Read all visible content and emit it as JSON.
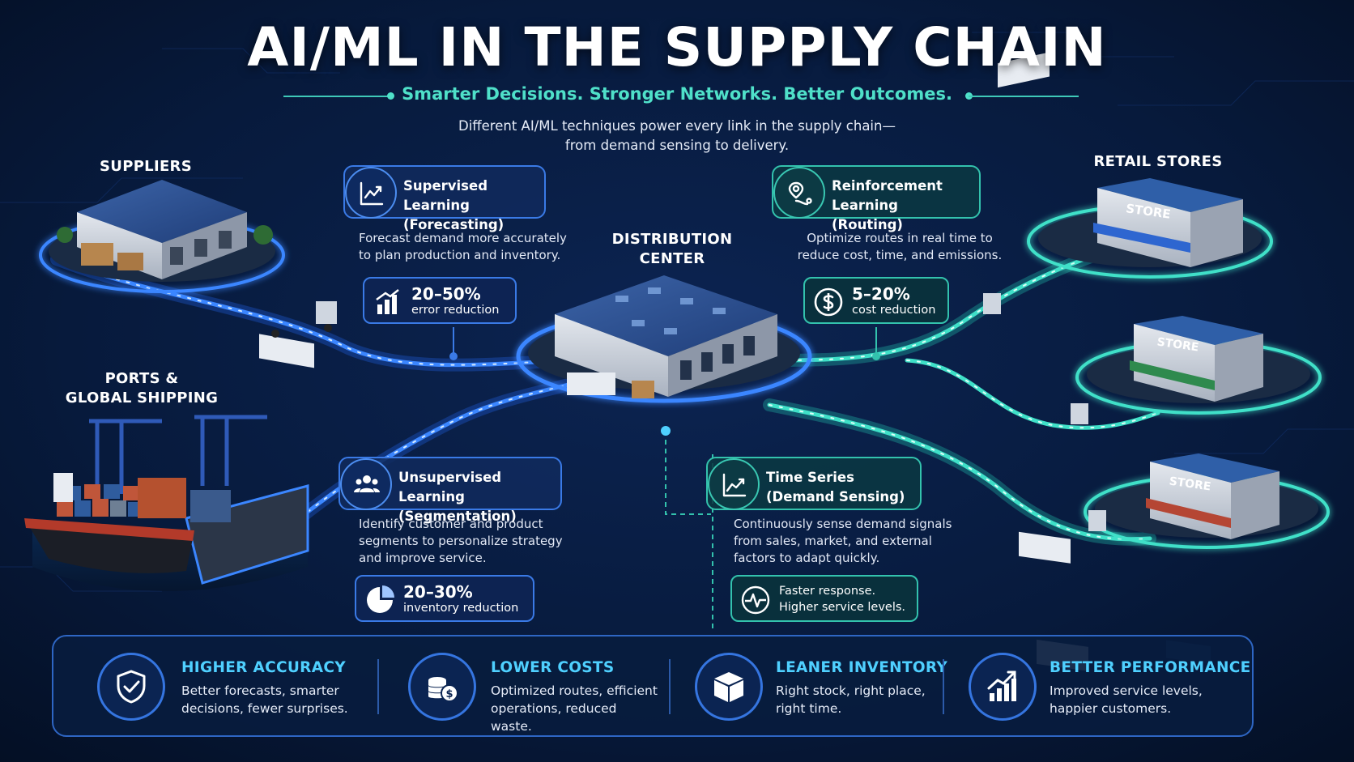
{
  "header": {
    "title": "AI/ML IN THE SUPPLY CHAIN",
    "tagline": "Smarter Decisions. Stronger Networks. Better Outcomes.",
    "intro_line1": "Different AI/ML techniques power every link in the supply chain—",
    "intro_line2": "from demand sensing to delivery."
  },
  "nodes": {
    "suppliers": "SUPPLIERS",
    "ports_line1": "PORTS &",
    "ports_line2": "GLOBAL SHIPPING",
    "dc_line1": "DISTRIBUTION",
    "dc_line2": "CENTER",
    "retail": "RETAIL STORES",
    "store_sign": "STORE"
  },
  "techniques": [
    {
      "name": "Supervised Learning",
      "sub": "(Forecasting)",
      "icon": "line-chart-icon",
      "desc_lines": [
        "Forecast demand more accurately",
        "to plan production and inventory."
      ],
      "metric_value": "20–50%",
      "metric_label": "error reduction",
      "metric_icon": "bar-chart-icon"
    },
    {
      "name": "Reinforcement Learning",
      "sub": "(Routing)",
      "icon": "route-pin-icon",
      "desc_lines": [
        "Optimize routes in real time to",
        "reduce cost, time, and emissions."
      ],
      "metric_value": "5–20%",
      "metric_label": "cost reduction",
      "metric_icon": "dollar-icon"
    },
    {
      "name": "Unsupervised Learning",
      "sub": "(Segmentation)",
      "icon": "people-group-icon",
      "desc_lines": [
        "Identify customer and product",
        "segments to personalize strategy",
        "and improve service."
      ],
      "metric_value": "20–30%",
      "metric_label": "inventory reduction",
      "metric_icon": "pie-chart-icon"
    },
    {
      "name": "Time Series",
      "sub": "(Demand Sensing)",
      "icon": "trend-chart-icon",
      "desc_lines": [
        "Continuously sense demand signals",
        "from sales, market, and external",
        "factors to adapt quickly."
      ],
      "metric_line1": "Faster response.",
      "metric_line2": "Higher service levels.",
      "metric_icon": "pulse-icon"
    }
  ],
  "benefits": [
    {
      "title": "HIGHER ACCURACY",
      "line1": "Better forecasts, smarter",
      "line2": "decisions, fewer surprises.",
      "icon": "shield-check-icon"
    },
    {
      "title": "LOWER COSTS",
      "line1": "Optimized routes, efficient",
      "line2": "operations, reduced waste.",
      "icon": "coins-icon"
    },
    {
      "title": "LEANER INVENTORY",
      "line1": "Right stock, right place,",
      "line2": "right time.",
      "icon": "box-icon"
    },
    {
      "title": "BETTER PERFORMANCE",
      "line1": "Improved service levels,",
      "line2": "happier customers.",
      "icon": "growth-chart-icon"
    }
  ],
  "colors": {
    "background": "#06142e",
    "blue_accent": "#3a7ae6",
    "teal_accent": "#33c2ad",
    "tagline": "#4fe0c9",
    "benefit_title": "#4fd0ff"
  }
}
